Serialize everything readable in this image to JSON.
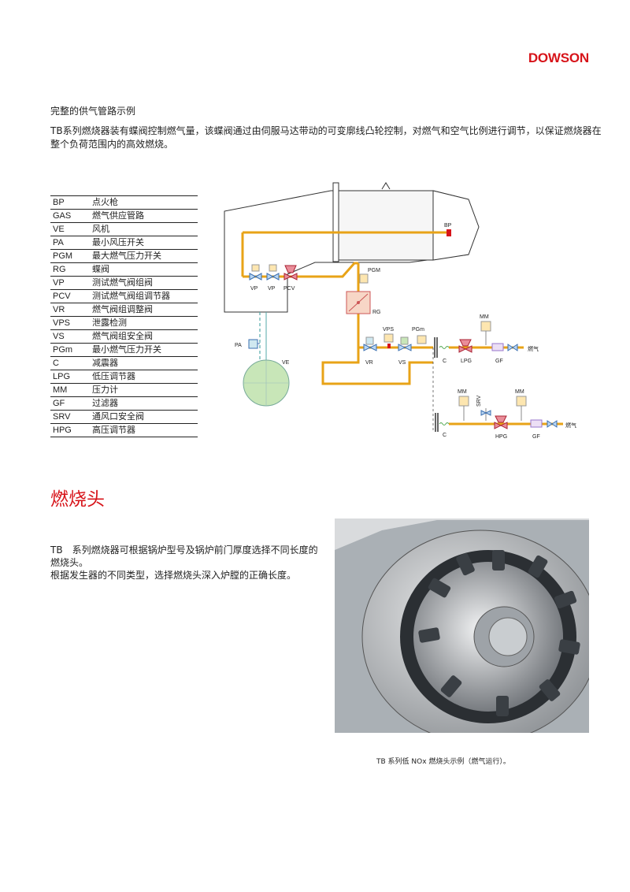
{
  "brand": "DOWSON",
  "section_title": "完整的供气管路示例",
  "intro": "TB系列燃烧器装有蝶阀控制燃气量，该蝶阀通过由伺服马达带动的可变廓线凸轮控制，对燃气和空气比例进行调节，以保证燃烧器在整个负荷范围内的高效燃烧。",
  "legend": [
    {
      "code": "BP",
      "desc": "点火枪"
    },
    {
      "code": "GAS",
      "desc": "燃气供应管路"
    },
    {
      "code": "VE",
      "desc": "风机"
    },
    {
      "code": "PA",
      "desc": "最小风压开关"
    },
    {
      "code": "PGM",
      "desc": "最大燃气压力开关"
    },
    {
      "code": "RG",
      "desc": "蝶阀"
    },
    {
      "code": "VP",
      "desc": "测试燃气阀组阀"
    },
    {
      "code": "PCV",
      "desc": "测试燃气阀组调节器"
    },
    {
      "code": "VR",
      "desc": "燃气阀组调整阀"
    },
    {
      "code": "VPS",
      "desc": "泄露检测"
    },
    {
      "code": "VS",
      "desc": "燃气阀组安全阀"
    },
    {
      "code": "PGm",
      "desc": "最小燃气压力开关"
    },
    {
      "code": "C",
      "desc": "减震器"
    },
    {
      "code": "LPG",
      "desc": "低压调节器"
    },
    {
      "code": "MM",
      "desc": "压力计"
    },
    {
      "code": "GF",
      "desc": "过滤器"
    },
    {
      "code": "SRV",
      "desc": "通风口安全阀"
    },
    {
      "code": "HPG",
      "desc": "高压调节器"
    }
  ],
  "diagram_labels": {
    "bp": "BP",
    "vp1": "VP",
    "vp2": "VP",
    "pcv": "PCV",
    "pgm": "PGM",
    "rg": "RG",
    "pa": "PA",
    "ve": "VE",
    "vps": "VPS",
    "pgm_small": "PGm",
    "vr": "VR",
    "vs": "VS",
    "mm1": "MM",
    "c1": "C",
    "lpg": "LPG",
    "gf1": "GF",
    "gas1": "燃气",
    "mm2": "MM",
    "srv": "SRV",
    "mm3": "MM",
    "c2": "C",
    "hpg": "HPG",
    "gf2": "GF",
    "gas2": "燃气"
  },
  "colors": {
    "accent": "#d7141a",
    "pipe": "#e8a317",
    "fan": "#c8e6b8"
  },
  "heading2": "燃烧头",
  "para2_line1": "TB　系列燃烧器可根据锅炉型号及锅炉前门厚度选择不同长度的燃烧头。",
  "para2_line2": "根据发生器的不同类型，选择燃烧头深入炉膛的正确长度。",
  "photo_icon": "burner-head-photo-icon",
  "caption": "TB 系列低 NOx 燃烧头示例（燃气运行）。"
}
